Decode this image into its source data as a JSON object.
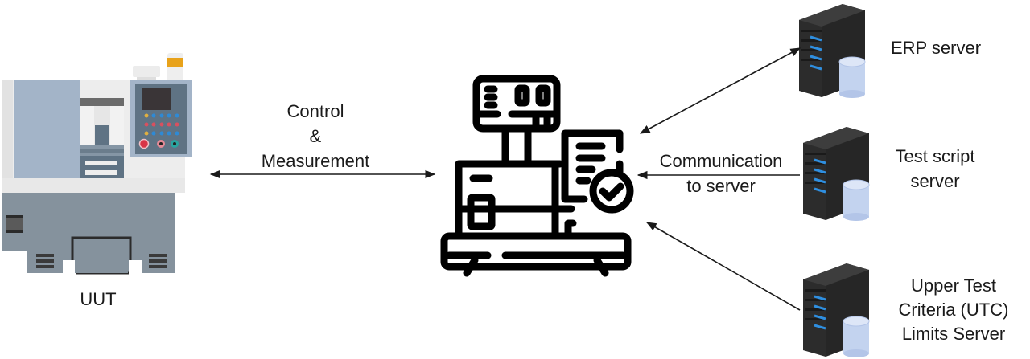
{
  "nodes": {
    "uut": {
      "label": "UUT"
    },
    "tester": {
      "label": ""
    },
    "erp_server": {
      "label": "ERP server"
    },
    "test_script_server": {
      "label_line1": "Test script",
      "label_line2": "server"
    },
    "utc_server": {
      "label_line1": "Upper Test",
      "label_line2": "Criteria (UTC)",
      "label_line3": "Limits Server"
    }
  },
  "edges": {
    "uut_tester": {
      "line1": "Control",
      "line2": "&",
      "line3": "Measurement",
      "direction": "bidirectional"
    },
    "erp_tester": {
      "direction": "bidirectional"
    },
    "script_tester": {
      "line1": "Communication",
      "line2": "to server",
      "direction": "to-tester"
    },
    "utc_tester": {
      "direction": "to-tester"
    }
  },
  "colors": {
    "machine_body": "#85929d",
    "machine_door": "#a3b4c8",
    "machine_panel": "#5f7384",
    "server_body": "#2e2e2e",
    "server_led": "#2f8fe0",
    "db_cylinder": "#c3d3ef",
    "arrow": "#1a1a1a"
  }
}
